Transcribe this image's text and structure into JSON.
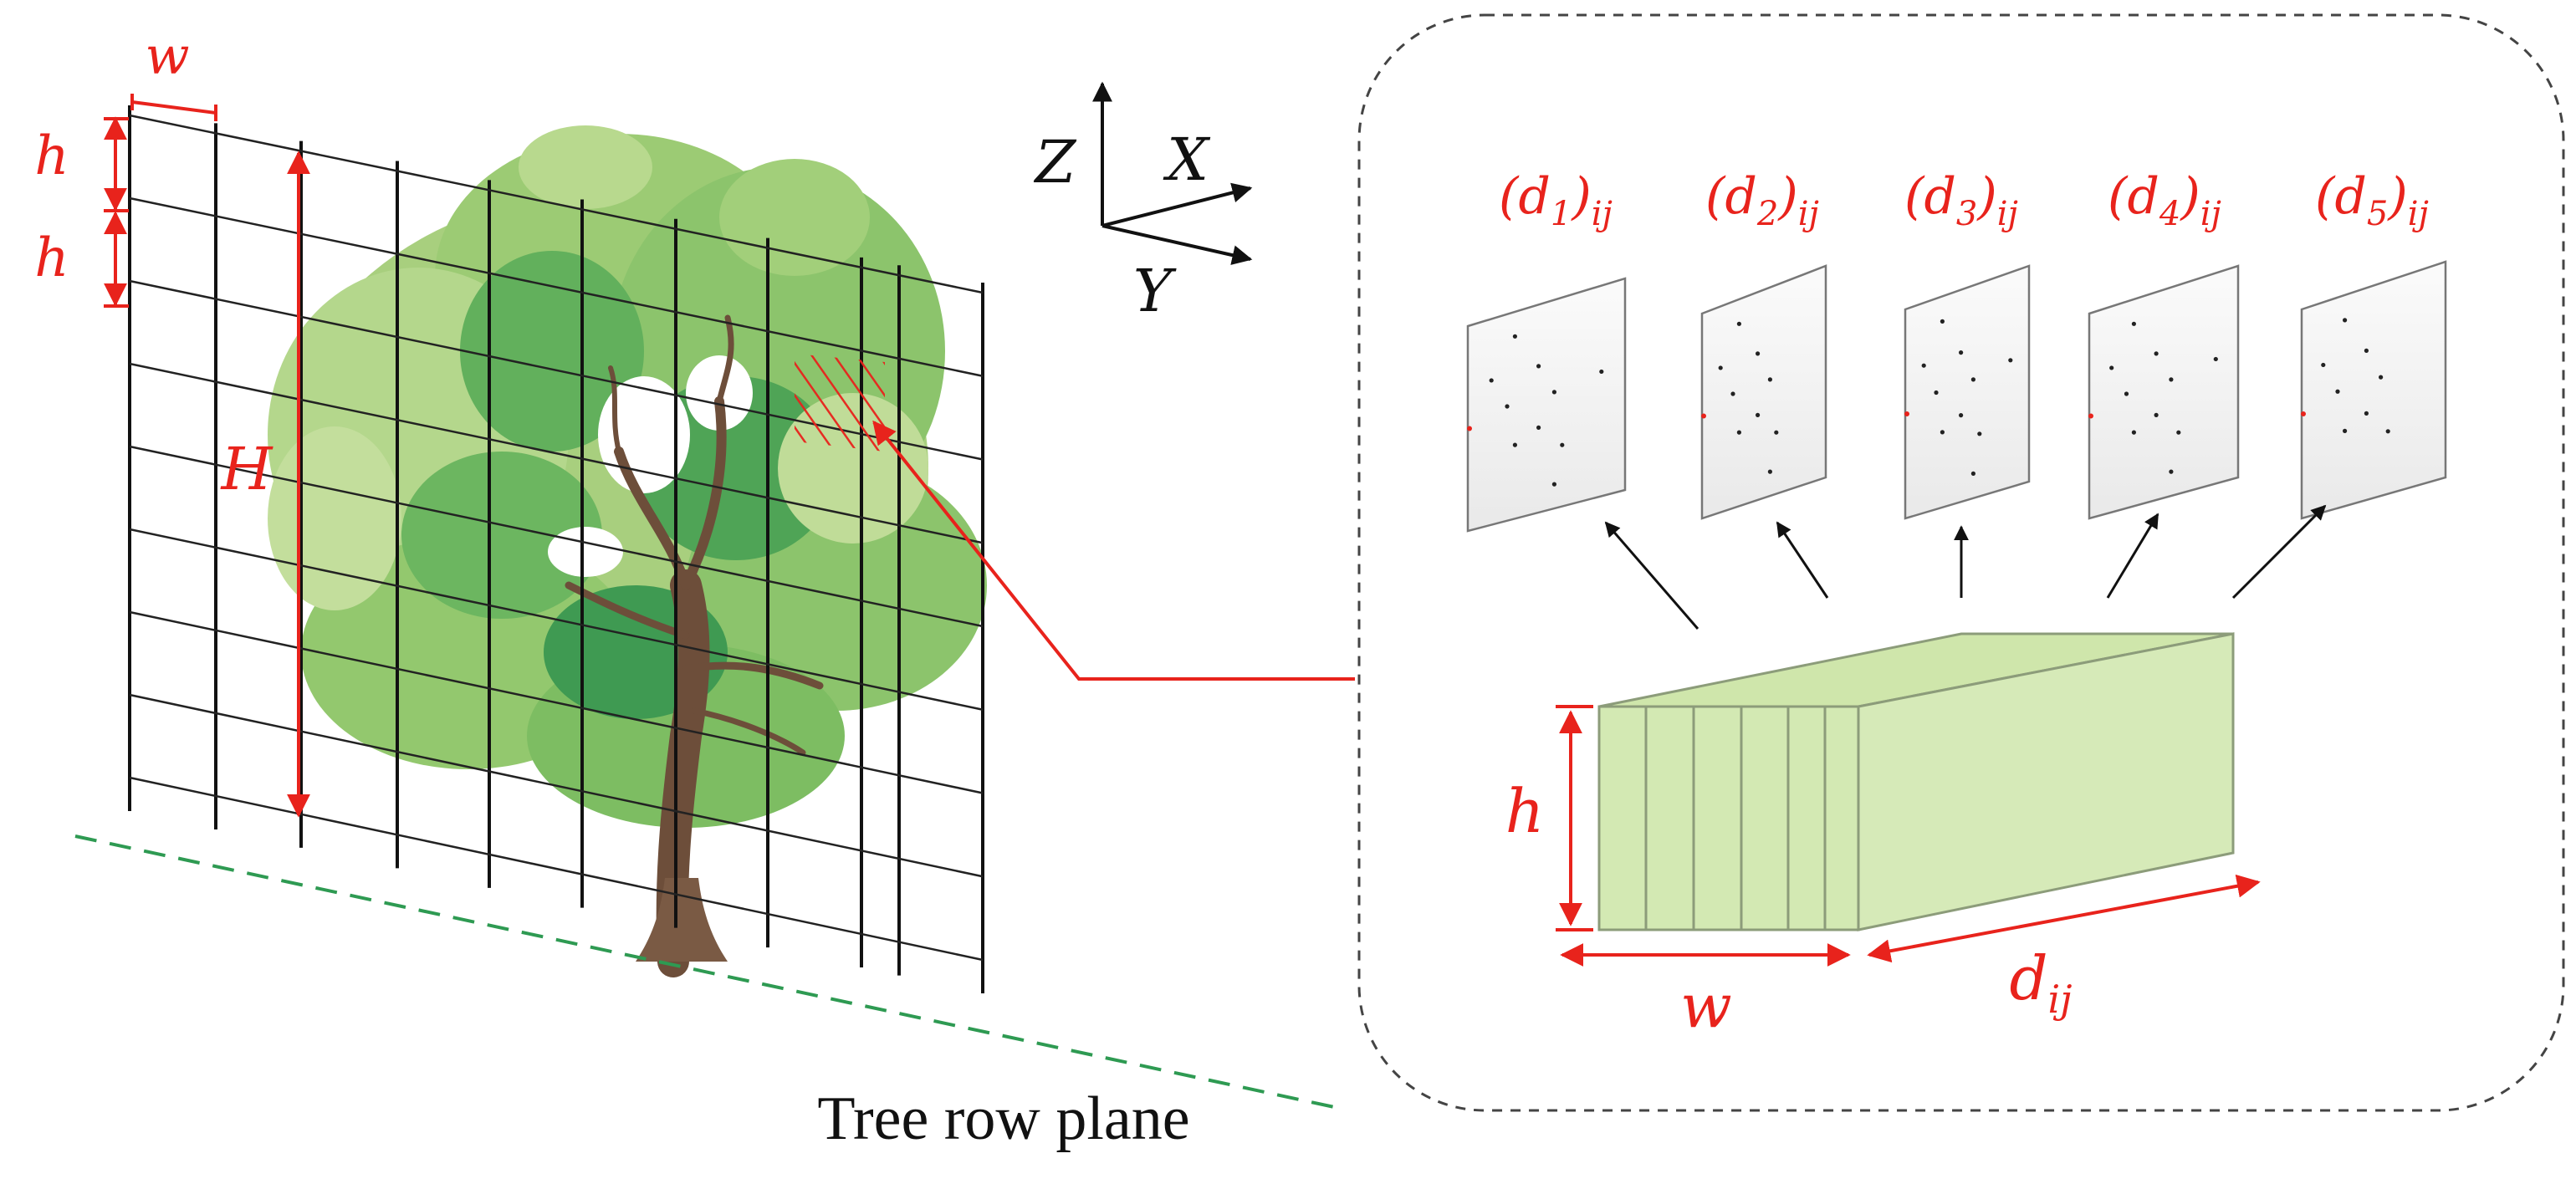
{
  "colors": {
    "annotation": "#e8231c",
    "grid": "#111111",
    "foliage_light": "#a8cf7e",
    "foliage_mid": "#7dbd62",
    "foliage_dark": "#3f9a52",
    "trunk": "#7a5a44",
    "box_fill": "#d6eab8",
    "box_stroke": "#8c9c7a",
    "ground_line": "#2e9a52",
    "panel_border": "#444444"
  },
  "icons": {
    "tree": "tree-illustration",
    "axes": "xyz-axes-icon",
    "voxel_box": "voxel-cuboid-icon"
  },
  "left": {
    "label_w": "w",
    "label_h_top": "h",
    "label_h_second": "h",
    "label_H": "H",
    "axis_x": "X",
    "axis_y": "Y",
    "axis_z": "Z",
    "ground_caption": "Tree row plane"
  },
  "right": {
    "panels": [
      {
        "base": "(d",
        "sub": "1",
        "close": ")",
        "idx": "ij"
      },
      {
        "base": "(d",
        "sub": "2",
        "close": ")",
        "idx": "ij"
      },
      {
        "base": "(d",
        "sub": "3",
        "close": ")",
        "idx": "ij"
      },
      {
        "base": "(d",
        "sub": "4",
        "close": ")",
        "idx": "ij"
      },
      {
        "base": "(d",
        "sub": "5",
        "close": ")",
        "idx": "ij"
      }
    ],
    "box_h": "h",
    "box_w": "w",
    "box_d": "d",
    "box_d_idx": "ij"
  }
}
